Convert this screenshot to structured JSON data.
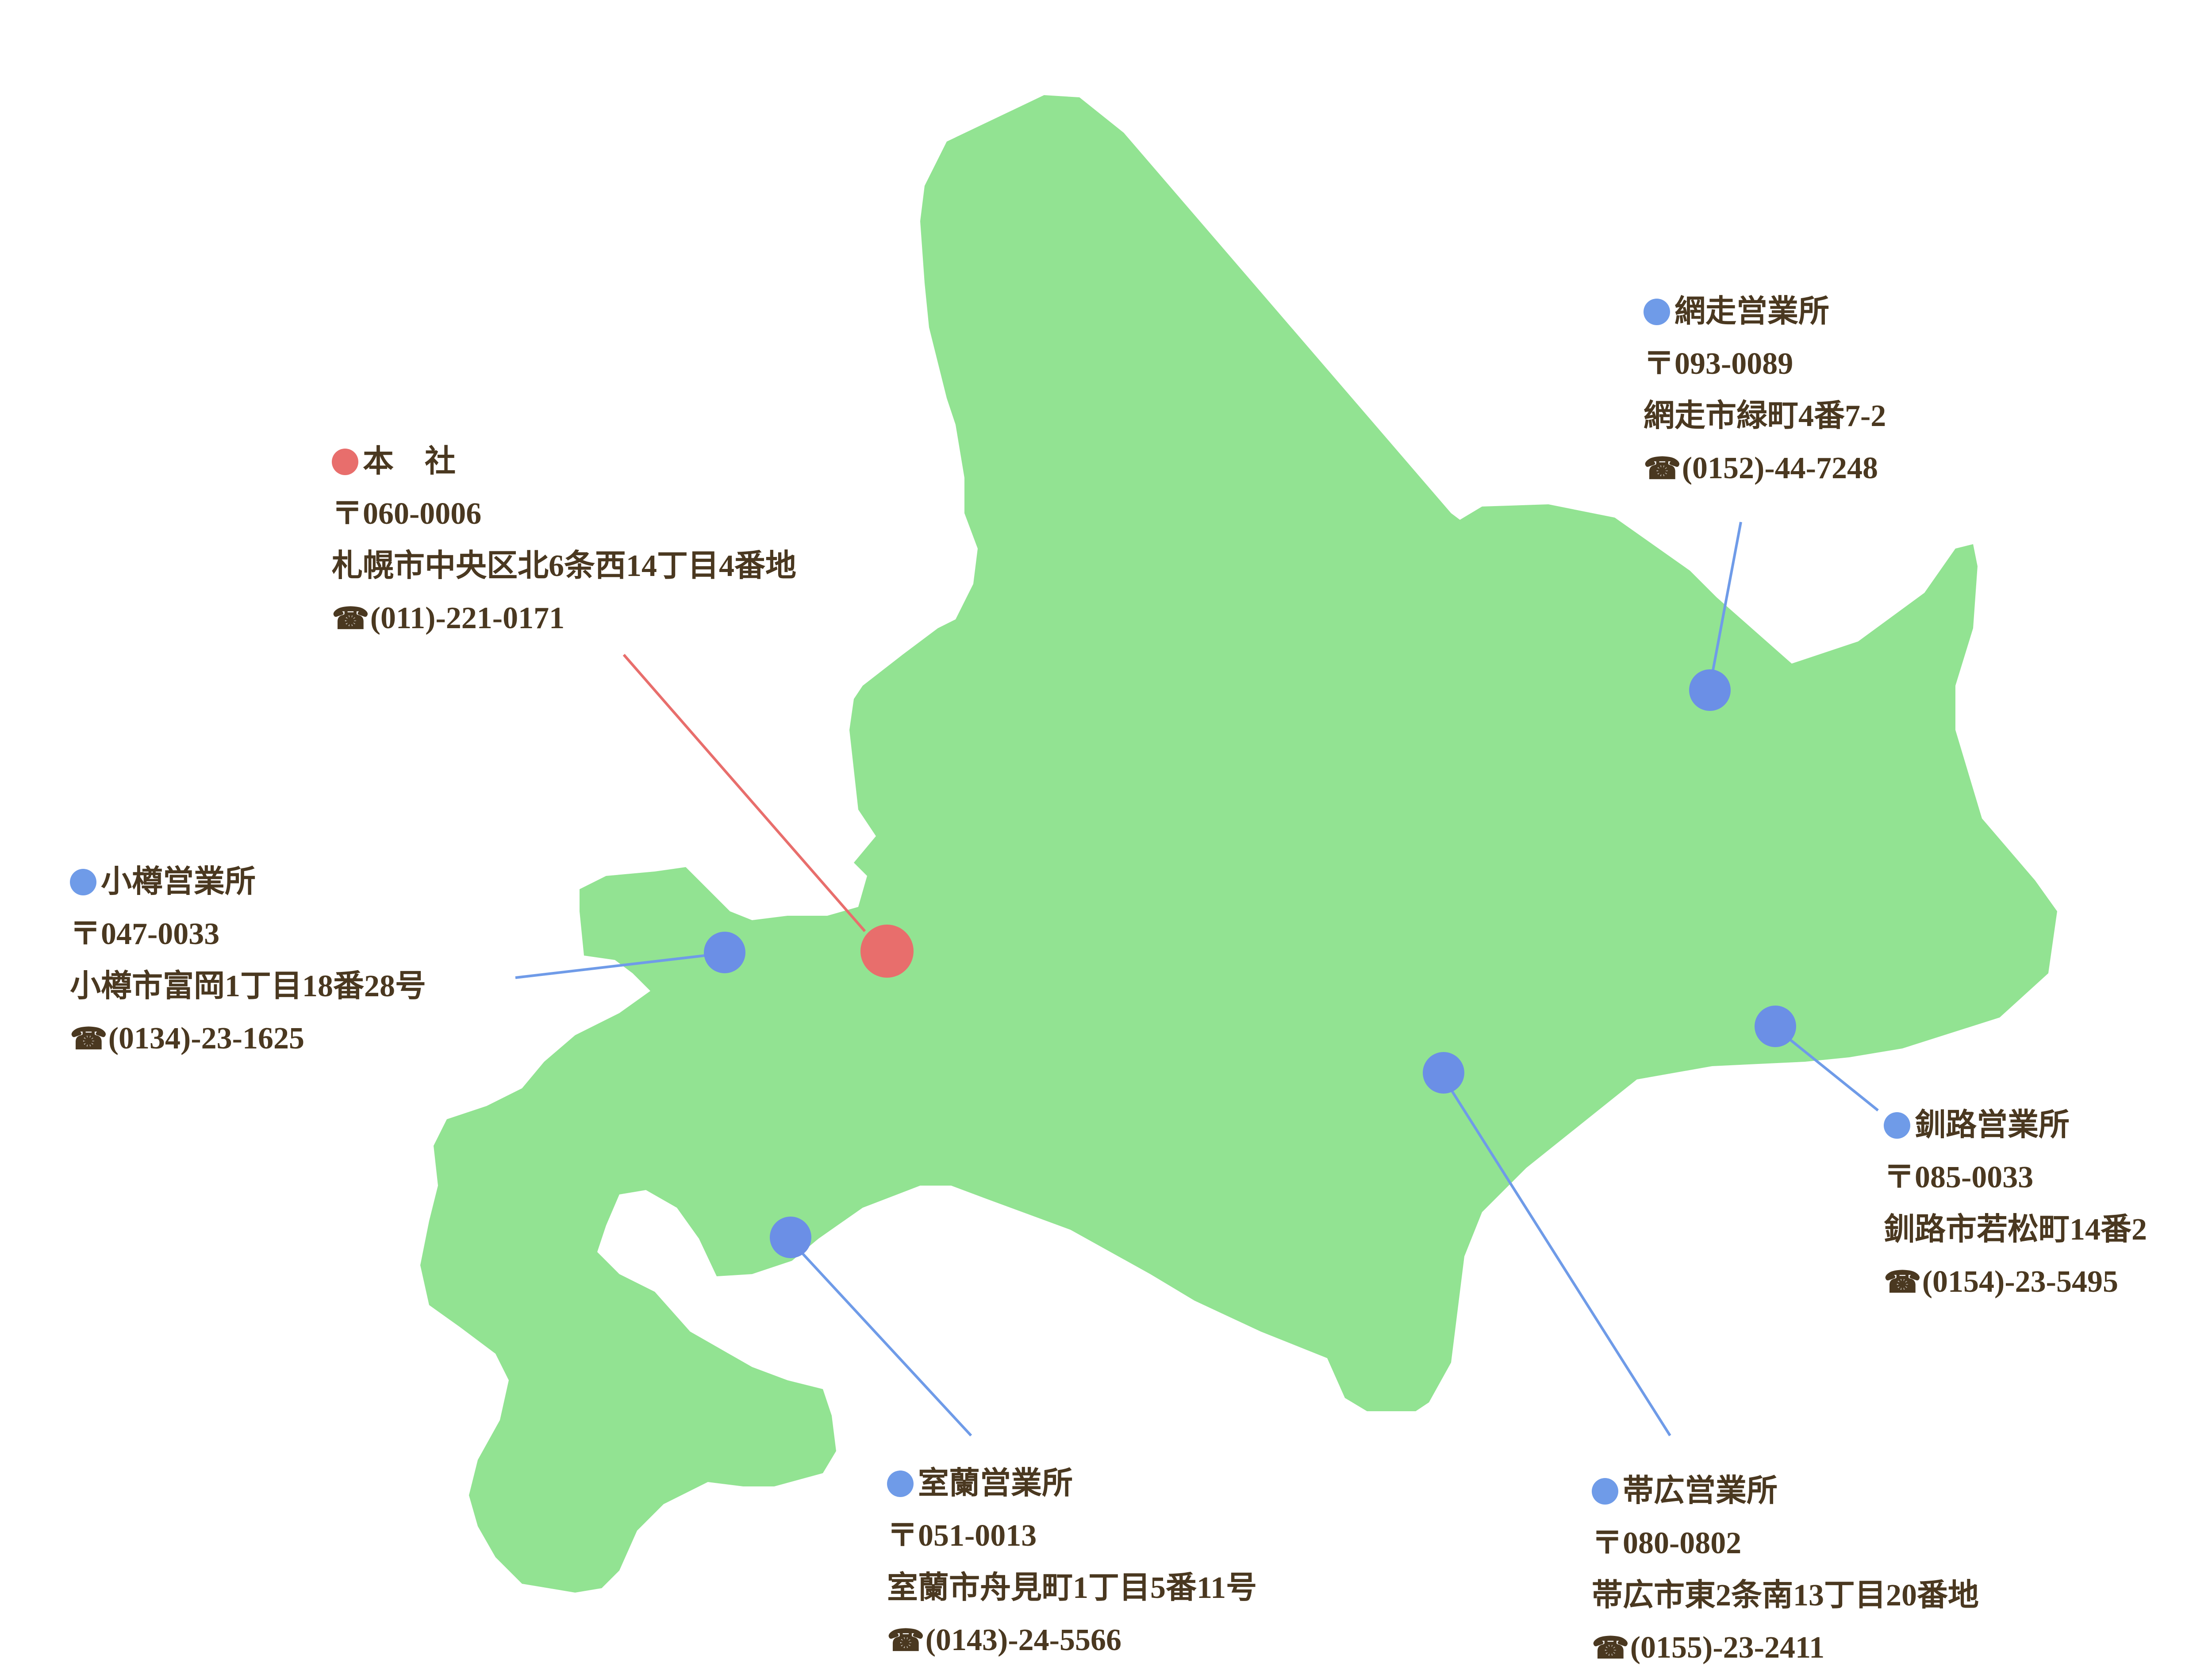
{
  "colors": {
    "land": "#92e392",
    "head_office": "#e86e6c",
    "branch": "#6f9be8",
    "marker_branch": "#6b8fe6",
    "text": "#4a3820"
  },
  "icons": {
    "tel": "☎"
  },
  "offices": [
    {
      "key": "honsha",
      "type": "head",
      "name": "本　社",
      "postal": "〒060-0006",
      "address": "札幌市中央区北6条西14丁目4番地",
      "tel": "(011)-221-0171"
    },
    {
      "key": "otaru",
      "type": "branch",
      "name": "小樽営業所",
      "postal": "〒047-0033",
      "address": "小樽市富岡1丁目18番28号",
      "tel": "(0134)-23-1625"
    },
    {
      "key": "abashiri",
      "type": "branch",
      "name": "網走営業所",
      "postal": "〒093-0089",
      "address": "網走市緑町4番7-2",
      "tel": "(0152)-44-7248"
    },
    {
      "key": "kushiro",
      "type": "branch",
      "name": "釧路営業所",
      "postal": "〒085-0033",
      "address": "釧路市若松町14番2",
      "tel": "(0154)-23-5495"
    },
    {
      "key": "muroran",
      "type": "branch",
      "name": "室蘭営業所",
      "postal": "〒051-0013",
      "address": "室蘭市舟見町1丁目5番11号",
      "tel": "(0143)-24-5566"
    },
    {
      "key": "obihiro",
      "type": "branch",
      "name": "帯広営業所",
      "postal": "〒080-0802",
      "address": "帯広市東2条南13丁目20番地",
      "tel": "(0155)-23-2411"
    }
  ]
}
